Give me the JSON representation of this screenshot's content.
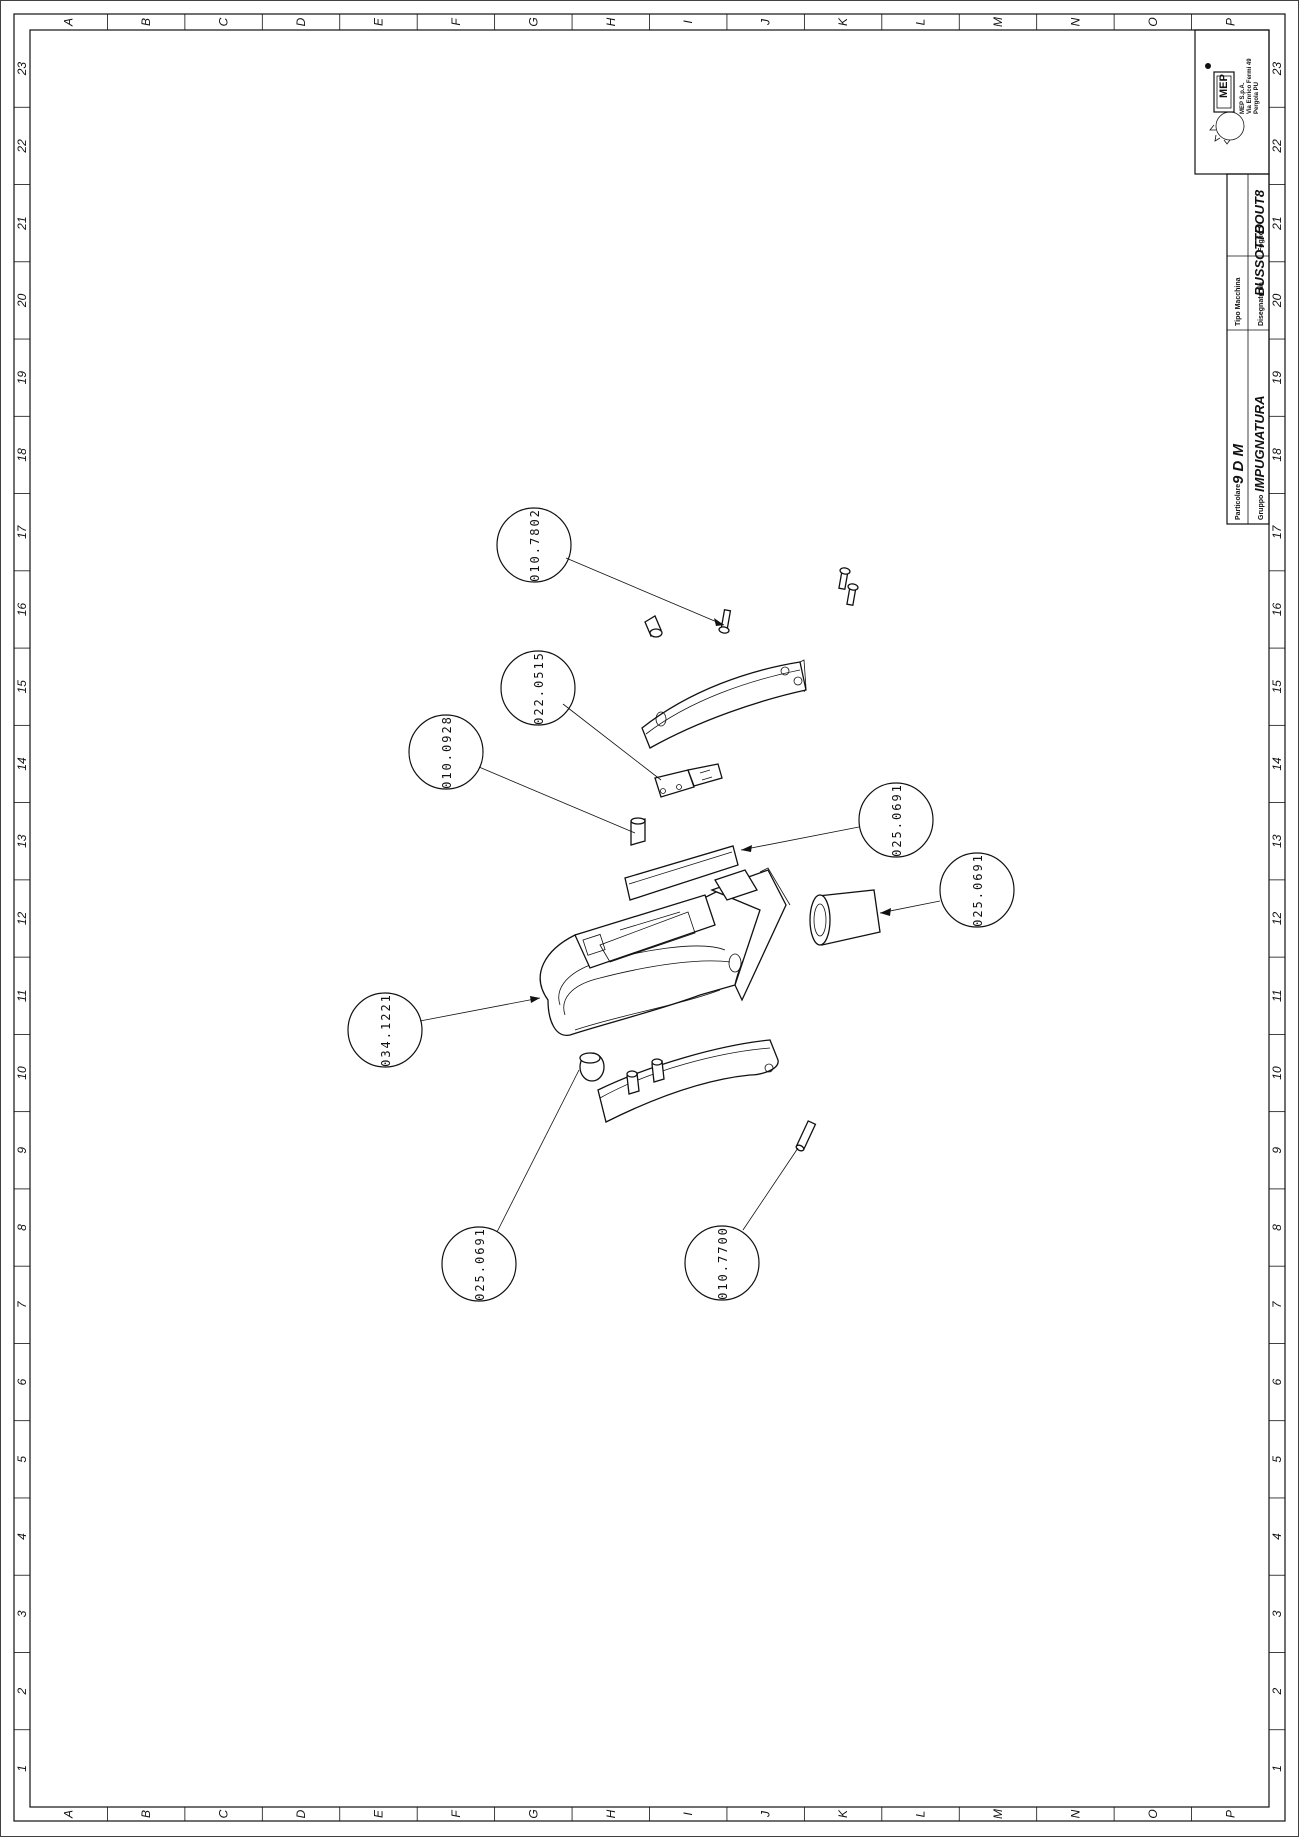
{
  "drawing": {
    "col_labels": [
      "A",
      "B",
      "C",
      "D",
      "E",
      "F",
      "G",
      "H",
      "I",
      "J",
      "K",
      "L",
      "M",
      "N",
      "O",
      "P"
    ],
    "row_labels": [
      "23",
      "22",
      "21",
      "20",
      "19",
      "18",
      "17",
      "16",
      "15",
      "14",
      "13",
      "12",
      "11",
      "10",
      "9",
      "8",
      "7",
      "6",
      "5",
      "4",
      "3",
      "2",
      "1"
    ]
  },
  "title_block": {
    "logo_text": "MEP",
    "company_name": "MEP S.p.A.",
    "company_address": "Via Enrico Fermi 49",
    "company_city": "Pergola PU",
    "field_model_label": "Particolare",
    "field_model_value": "9 D M",
    "field_group_label": "Gruppo",
    "field_group_value": "IMPUGNATURA",
    "field_type_label": "Tipo Macchina",
    "field_machine_label": "Disegnato da",
    "field_machine_value": "BUSSOTTO",
    "field_sheet_label": "Foglio",
    "field_sheet_value": "BOUT8"
  },
  "balloons": [
    {
      "id": "b1",
      "label": "010.7802"
    },
    {
      "id": "b2",
      "label": "022.0515"
    },
    {
      "id": "b3",
      "label": "010.0928"
    },
    {
      "id": "b4",
      "label": "025.0691"
    },
    {
      "id": "b5",
      "label": "025.0691"
    },
    {
      "id": "b6",
      "label": "034.1221"
    },
    {
      "id": "b7",
      "label": "025.0691"
    },
    {
      "id": "b8",
      "label": "010.7700"
    }
  ]
}
